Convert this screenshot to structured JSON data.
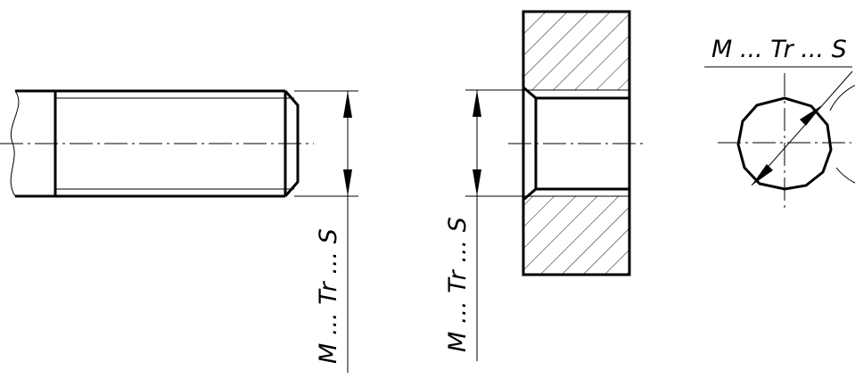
{
  "labels": {
    "external_thread": "M ... Tr ... S",
    "internal_thread": "M ... Tr ... S",
    "end_view": "M ... Tr ... S"
  }
}
